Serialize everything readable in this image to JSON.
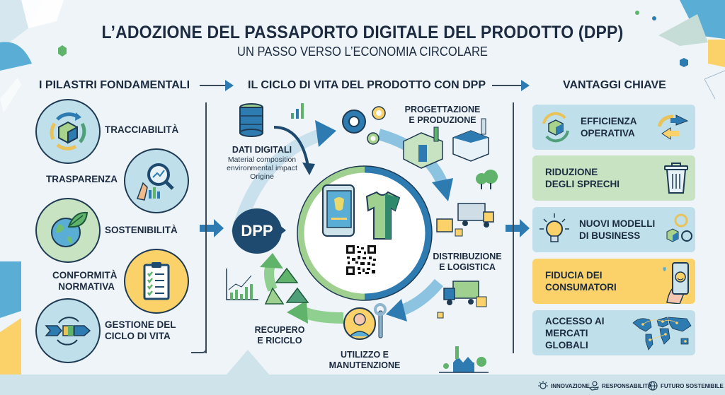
{
  "header": {
    "title": "L’ADOZIONE DEL PASSAPORTO DIGITALE DEL PRODOTTO (DPP)",
    "subtitle": "UN PASSO VERSO L’ECONOMIA CIRCOLARE"
  },
  "sections": {
    "pillars_title": "I PILASTRI FONDAMENTALI",
    "cycle_title": "IL CICLO DI VITA DEL PRODOTTO CON DPP",
    "advantages_title": "VANTAGGI CHIAVE"
  },
  "pillars": [
    {
      "label": "TRACCIABILITÀ",
      "icon": "cube-cycle-icon"
    },
    {
      "label": "TRASPARENZA",
      "icon": "magnifier-chart-icon"
    },
    {
      "label": "SOSTENIBILITÀ",
      "icon": "globe-leaf-icon"
    },
    {
      "label_line1": "CONFORMITÀ",
      "label_line2": "NORMATIVA",
      "icon": "clipboard-checklist-icon"
    },
    {
      "label_line1": "GESTIONE DEL",
      "label_line2": "CICLO DI VITA",
      "icon": "lifecycle-box-icon"
    }
  ],
  "cycle": {
    "center_badge": "DPP",
    "data": {
      "title": "DATI DIGITALI",
      "lines": [
        "Material composition",
        "environmental impact",
        "Origine"
      ]
    },
    "stages": [
      {
        "line1": "PROGETTAZIONE",
        "line2": "E PRODUZIONE"
      },
      {
        "line1": "DISTRIBUZIONE",
        "line2": "E LOGISTICA"
      },
      {
        "line1": "UTILIZZO E",
        "line2": "MANUTENZIONE"
      },
      {
        "line1": "RECUPERO",
        "line2": "E RICICLO"
      }
    ]
  },
  "advantages": [
    {
      "line1": "EFFICIENZA",
      "line2": "OPERATIVA",
      "color": "#bfe0ea"
    },
    {
      "line1": "RIDUZIONE",
      "line2": "DEGLI SPRECHI",
      "color": "#c7e3c2"
    },
    {
      "line1": "NUOVI MODELLI",
      "line2": "DI BUSINESS",
      "color": "#bfe0ea"
    },
    {
      "line1": "FIDUCIA DEI",
      "line2": "CONSUMATORI",
      "color": "#fbd26a"
    },
    {
      "line1": "ACCESSO AI",
      "line2": "MERCATI GLOBALI",
      "color": "#bfe0ea"
    }
  ],
  "footer": {
    "items": [
      "INNOVAZIONE",
      "RESPONSABILITÀ",
      "FUTURO SOSTENIBILE"
    ]
  },
  "colors": {
    "navy": "#1e4a70",
    "blue": "#2d7bb0",
    "green": "#5fb36a",
    "yellow": "#fbd26a",
    "light_blue": "#bfe0ea",
    "light_green": "#c7e3c2",
    "background": "#eef4f8"
  }
}
